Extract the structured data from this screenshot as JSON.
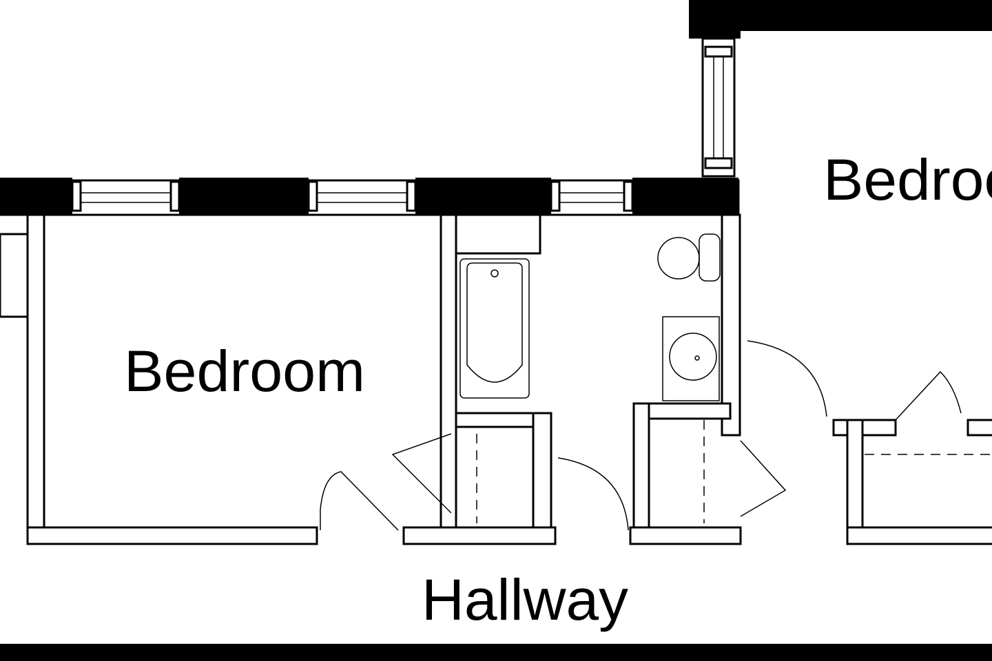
{
  "rooms": {
    "bedroom_left": "Bedroom",
    "bedroom_right": "Bedroom",
    "hallway": "Hallway"
  },
  "colors": {
    "wall": "#000000",
    "background": "#ffffff"
  }
}
